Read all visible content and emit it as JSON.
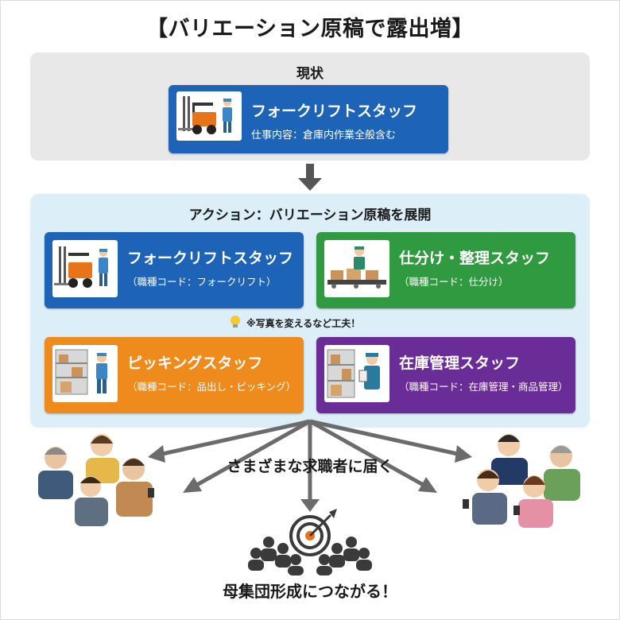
{
  "title": "【バリエーション原稿で露出増】",
  "current": {
    "label": "現状",
    "card": {
      "name": "フォークリフトスタッフ",
      "sub": "仕事内容：倉庫内作業全般含む",
      "color": "#1d63b8"
    }
  },
  "action": {
    "label": "アクション：バリエーション原稿を展開",
    "cards": [
      {
        "name": "フォークリフトスタッフ",
        "sub": "（職種コード：フォークリフト）",
        "color": "#1d63b8"
      },
      {
        "name": "仕分け・整理スタッフ",
        "sub": "（職種コード：仕分け）",
        "color": "#2f9a3f"
      },
      {
        "name": "ピッキングスタッフ",
        "sub": "（職種コード：品出し・ピッキング）",
        "color": "#ef8a1c"
      },
      {
        "name": "在庫管理スタッフ",
        "sub": "（職種コード：在庫管理・商品管理）",
        "color": "#6a2d98"
      }
    ],
    "tip": "※写真を変えるなど工夫！"
  },
  "reach_label": "さまざまな求職者に届く",
  "bottom_label": "母集団形成につながる！",
  "icons": [
    "forklift-icon",
    "sorting-icon",
    "picking-icon",
    "inventory-icon",
    "lightbulb-icon",
    "target-icon",
    "crowd-icon"
  ]
}
